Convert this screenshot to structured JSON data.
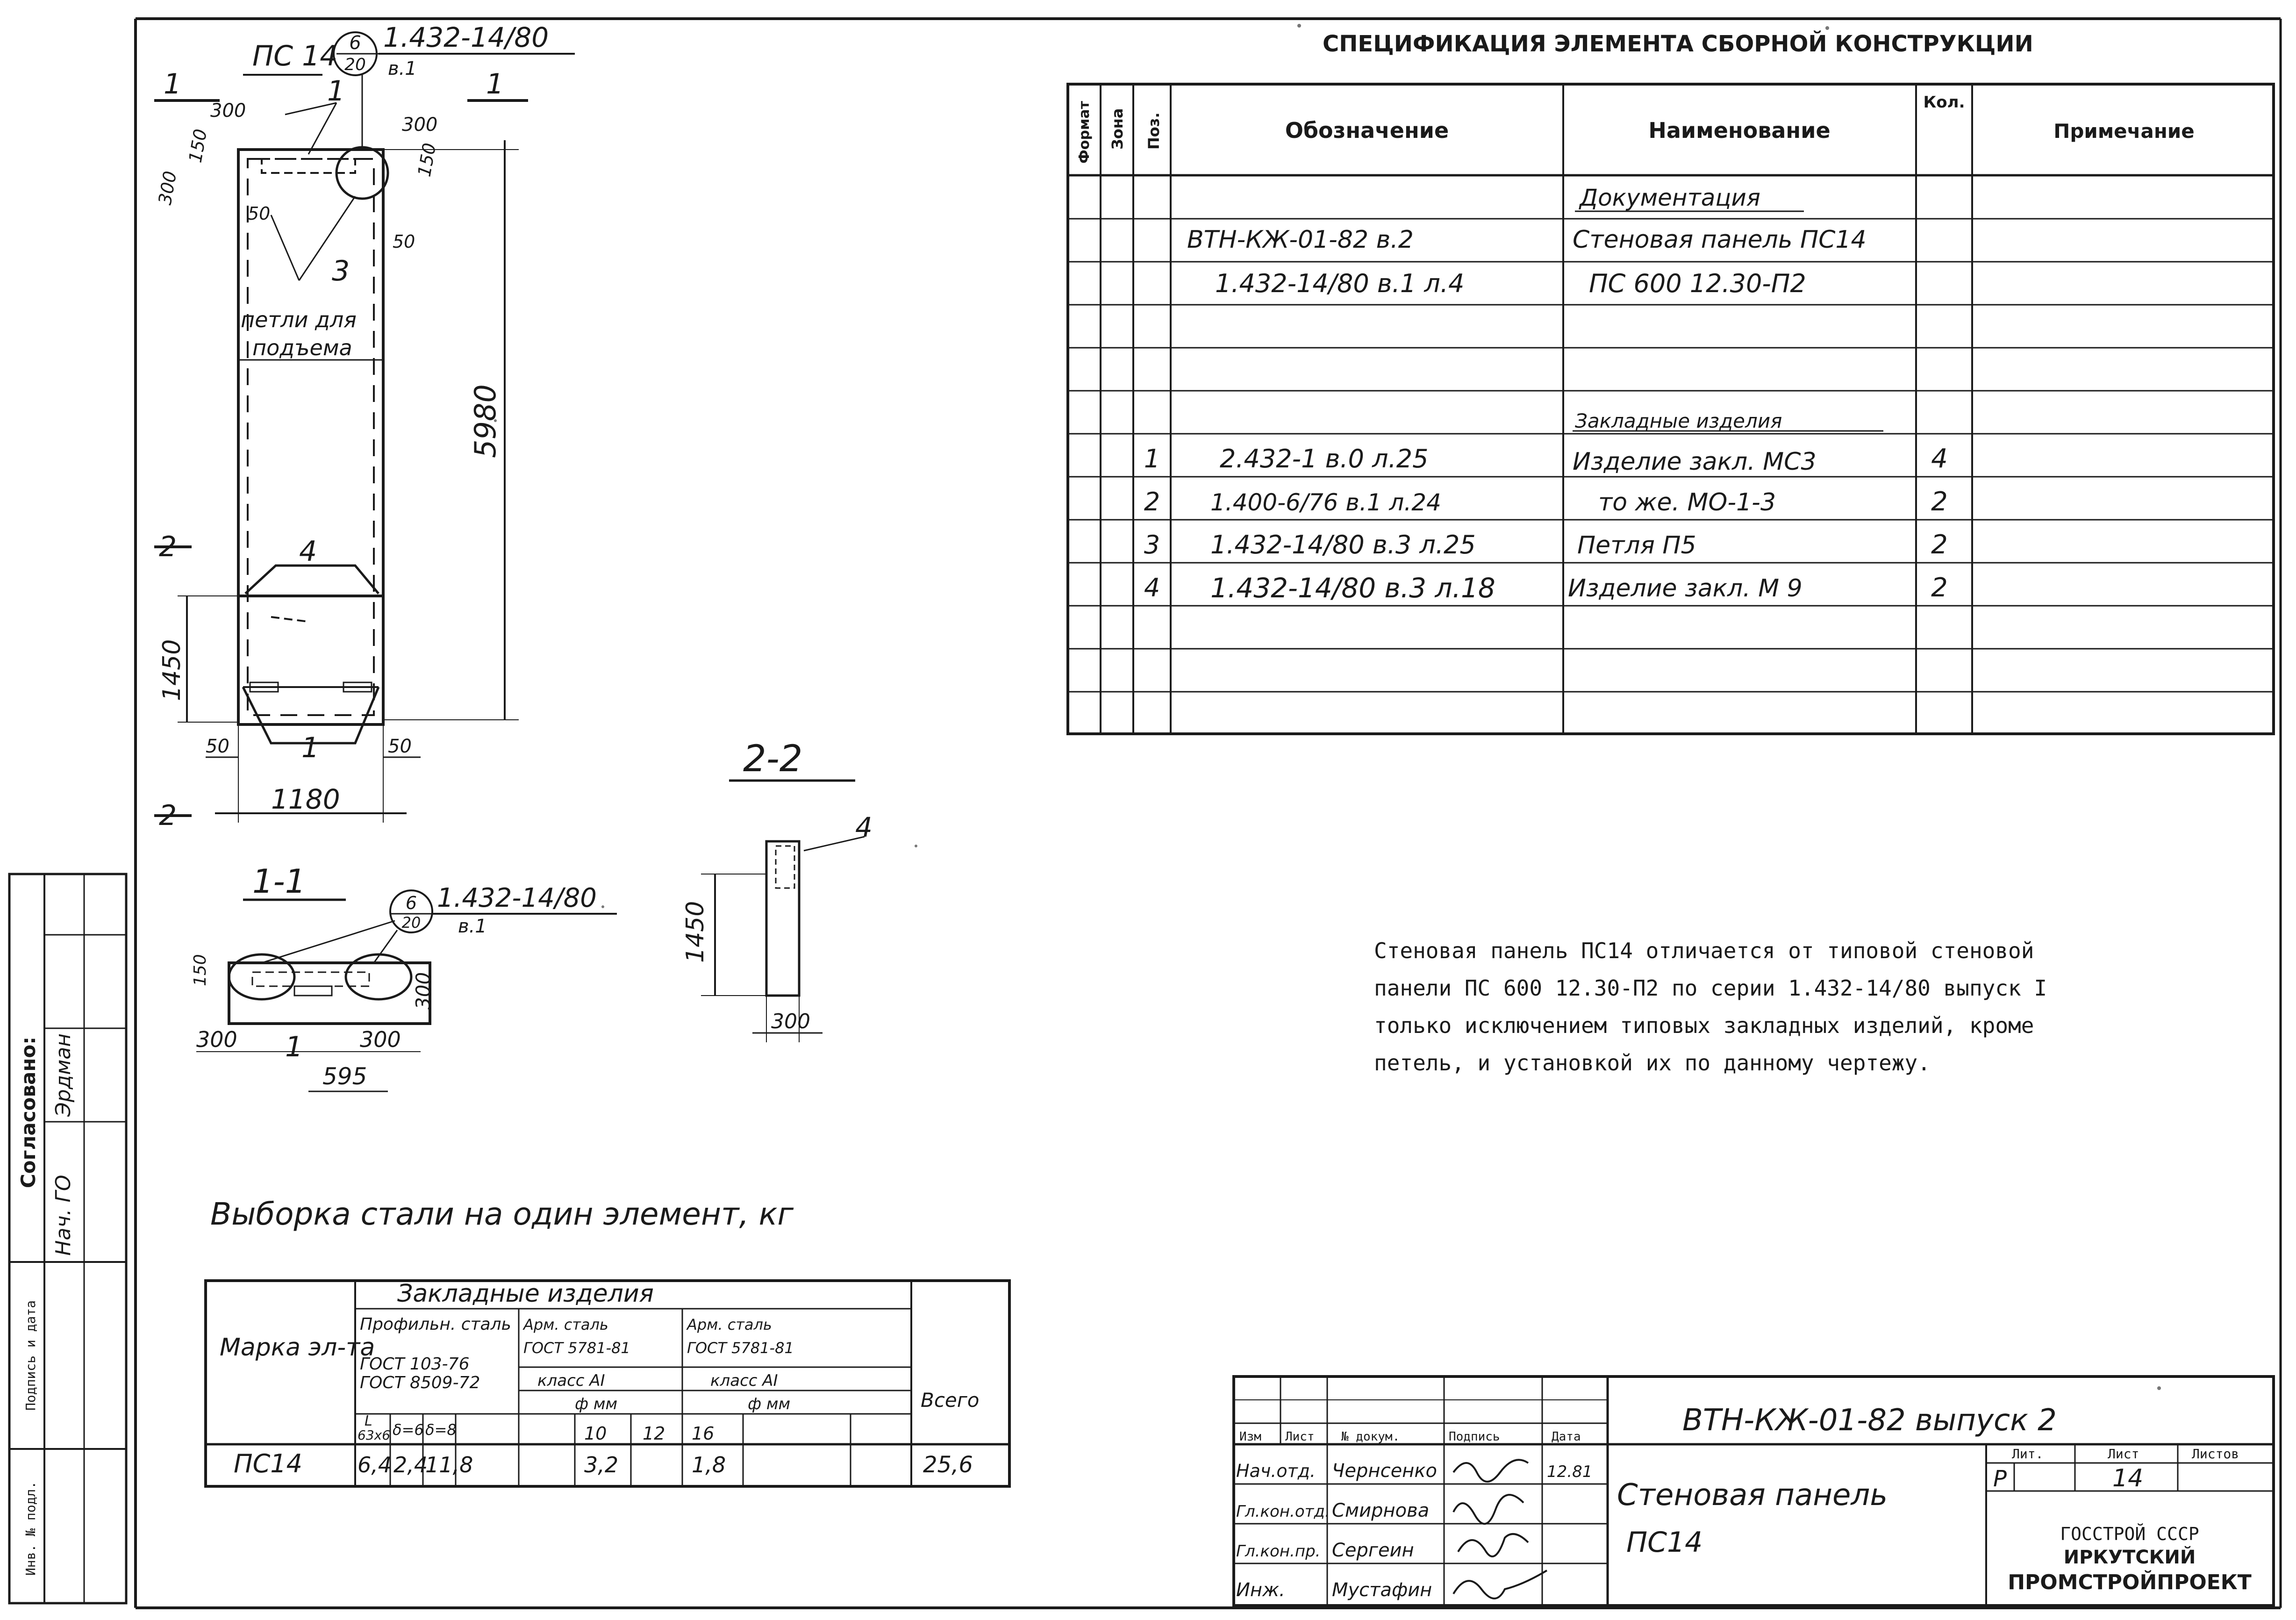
{
  "spec": {
    "title": "СПЕЦИФИКАЦИЯ ЭЛЕМЕНТА СБОРНОЙ КОНСТРУКЦИИ",
    "headers": [
      "Формат",
      "Зона",
      "Поз.",
      "Обозначение",
      "Наименование",
      "Кол.",
      "Примечание"
    ],
    "rows": [
      {
        "pos": "",
        "designation": "",
        "name": "Документация",
        "qty": ""
      },
      {
        "pos": "",
        "designation": "ВТН-КЖ-01-82 в.2",
        "name": "Стеновая панель ПС14",
        "qty": ""
      },
      {
        "pos": "",
        "designation": "1.432-14/80 в.1 л.4",
        "name": "ПС 600 12.30-П2",
        "qty": ""
      },
      {
        "pos": "",
        "designation": "",
        "name": "",
        "qty": ""
      },
      {
        "pos": "",
        "designation": "",
        "name": "",
        "qty": ""
      },
      {
        "pos": "",
        "designation": "",
        "name": "Закладные изделия",
        "qty": ""
      },
      {
        "pos": "1",
        "designation": "2.432-1 в.0 л.25",
        "name": "Изделие закл. МС3",
        "qty": "4"
      },
      {
        "pos": "2",
        "designation": "1.400-6/76 в.1 л.24",
        "name": "то же. МО-1-3",
        "qty": "2"
      },
      {
        "pos": "3",
        "designation": "1.432-14/80 в.3 л.25",
        "name": "Петля П5",
        "qty": "2"
      },
      {
        "pos": "4",
        "designation": "1.432-14/80 в.3 л.18",
        "name": "Изделие закл. М 9",
        "qty": "2"
      },
      {
        "pos": "",
        "designation": "",
        "name": "",
        "qty": ""
      },
      {
        "pos": "",
        "designation": "",
        "name": "",
        "qty": ""
      },
      {
        "pos": "",
        "designation": "",
        "name": "",
        "qty": ""
      }
    ]
  },
  "note": {
    "lines": [
      "Стеновая панель ПС14 отличается от типовой стеновой",
      "панели ПС 600 12.30-П2 по серии 1.432-14/80 выпуск I",
      "только исключением типовых закладных изделий, кроме",
      "петель, и установкой их по данному чертежу."
    ]
  },
  "elevation": {
    "panel_label": "ПС 14",
    "callout_num": "6",
    "callout_den": "20",
    "callout_ref": "1.432-14/80",
    "callout_ref2": "в.1",
    "section_1": "1",
    "section_2": "2",
    "pos_1": "1",
    "pos_3": "3",
    "pos_4": "4",
    "loops_label_1": "петли для",
    "loops_label_2": "подъема",
    "dims": {
      "top_left": "300",
      "top_right": "300",
      "side_l1": "300",
      "side_l2": "150",
      "side_r": "150",
      "s50a": "50",
      "s50b": "50",
      "height": "5980",
      "lower": "1450",
      "b50l": "50",
      "b50r": "50",
      "width": "1180"
    }
  },
  "section11": {
    "title": "1-1",
    "callout_ref": "1.432-14/80",
    "callout_ref2": "в.1",
    "callout_num": "6",
    "callout_den": "20",
    "pos": "1",
    "d150": "150",
    "d300a": "300",
    "d300b": "300",
    "d300c": "300",
    "d595": "595"
  },
  "section22": {
    "title": "2-2",
    "pos": "4",
    "d1450": "1450",
    "d300": "300"
  },
  "steel": {
    "heading": "Выборка стали на один элемент, кг",
    "col_mark": "Марка эл-та",
    "group_embedded": "Закладные изделия",
    "prof_steel": "Профильн. сталь",
    "prof_gost1": "ГОСТ 103-76",
    "prof_gost2": "ГОСТ 8509-72",
    "arm_steel1": "Арм. сталь",
    "arm_gost1": "ГОСТ 5781-81",
    "arm_class1": "класс АI",
    "arm_steel2": "Арм. сталь",
    "arm_gost2": "ГОСТ 5781-81",
    "arm_class2": "класс АI",
    "phi": "ф мм",
    "phi2": "ф мм",
    "sub_L": "L",
    "sub_63": "63х6",
    "sub_d6": "δ=6",
    "sub_d8": "δ=8",
    "sub_10": "10",
    "sub_12": "12",
    "sub_16": "16",
    "col_total": "Всего",
    "row": {
      "mark": "ПС14",
      "v63": "6,4",
      "vd6": "2,4",
      "vd8": "11,8",
      "v10": "3,2",
      "v12": "",
      "v16": "1,8",
      "total": "25,6"
    }
  },
  "stamp": {
    "code": "ВТН-КЖ-01-82 выпуск 2",
    "hdr_izm": "Изм",
    "hdr_list": "Лист",
    "hdr_doc": "№ докум.",
    "hdr_sign": "Подпись",
    "hdr_date": "Дата",
    "signers": [
      {
        "role": "Нач.отд.",
        "name": "Чернсенко"
      },
      {
        "role": "Гл.кон.отд.",
        "name": "Смирнова"
      },
      {
        "role": "Гл.кон.пр.",
        "name": "Сергеин"
      },
      {
        "role": "Инж.",
        "name": "Мустафин"
      }
    ],
    "date": "12.81",
    "title1": "Стеновая панель",
    "title2": "ПС14",
    "lit_label": "Лит.",
    "sheet_label": "Лист",
    "sheets_label": "Листов",
    "lit": "Р",
    "sheet": "14",
    "org1": "ГОССТРОЙ СССР",
    "org2": "ИРКУТСКИЙ",
    "org3": "ПРОМСТРОЙПРОЕКТ"
  },
  "side_stamp": {
    "label": "Согласовано:",
    "names": [
      "Нач. ГО",
      "Эрдман"
    ],
    "c1": "Подпись и дата",
    "c2": "Инв. № подл."
  }
}
